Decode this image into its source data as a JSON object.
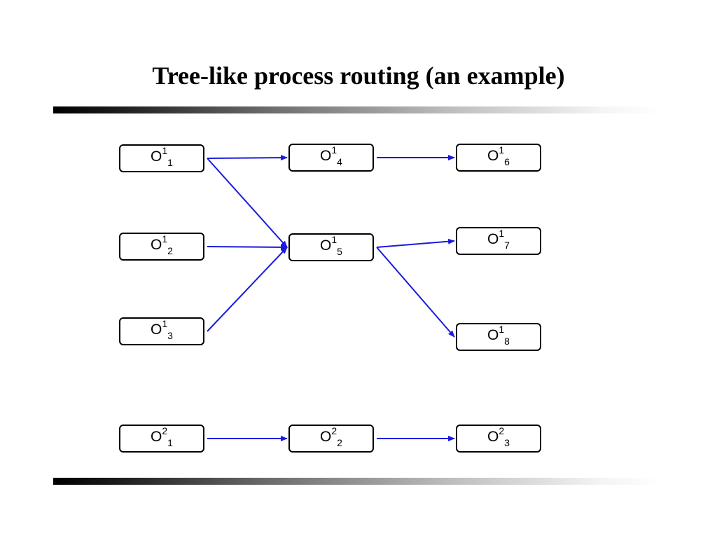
{
  "slide": {
    "title": "Tree-like process routing (an example)"
  },
  "colors": {
    "arrow": "#1a1adc",
    "node_border": "#000000"
  },
  "nodes": {
    "o1_1": {
      "base": "O",
      "sup": "1",
      "sub": "1"
    },
    "o1_2": {
      "base": "O",
      "sup": "1",
      "sub": "2"
    },
    "o1_3": {
      "base": "O",
      "sup": "1",
      "sub": "3"
    },
    "o1_4": {
      "base": "O",
      "sup": "1",
      "sub": "4"
    },
    "o1_5": {
      "base": "O",
      "sup": "1",
      "sub": "5"
    },
    "o1_6": {
      "base": "O",
      "sup": "1",
      "sub": "6"
    },
    "o1_7": {
      "base": "O",
      "sup": "1",
      "sub": "7"
    },
    "o1_8": {
      "base": "O",
      "sup": "1",
      "sub": "8"
    },
    "o2_1": {
      "base": "O",
      "sup": "2",
      "sub": "1"
    },
    "o2_2": {
      "base": "O",
      "sup": "2",
      "sub": "2"
    },
    "o2_3": {
      "base": "O",
      "sup": "2",
      "sub": "3"
    }
  },
  "edges": [
    {
      "from": "o1_1",
      "to": "o1_4"
    },
    {
      "from": "o1_1",
      "to": "o1_5"
    },
    {
      "from": "o1_2",
      "to": "o1_5"
    },
    {
      "from": "o1_3",
      "to": "o1_5"
    },
    {
      "from": "o1_4",
      "to": "o1_6"
    },
    {
      "from": "o1_5",
      "to": "o1_7"
    },
    {
      "from": "o1_5",
      "to": "o1_8"
    },
    {
      "from": "o2_1",
      "to": "o2_2"
    },
    {
      "from": "o2_2",
      "to": "o2_3"
    }
  ]
}
